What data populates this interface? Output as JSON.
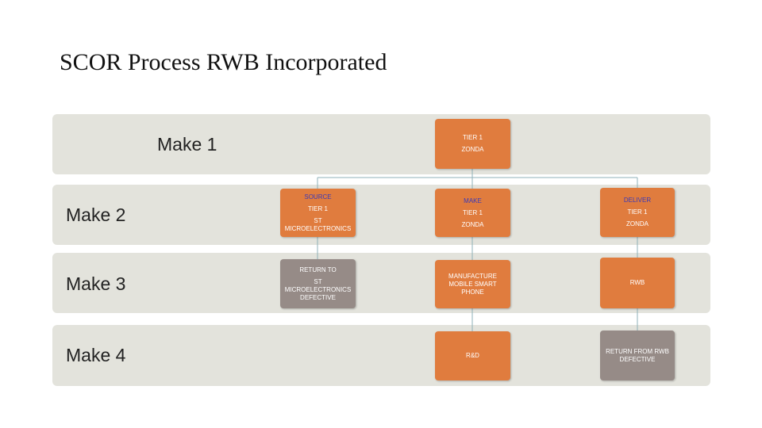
{
  "title": "SCOR Process RWB Incorporated",
  "rows": [
    {
      "label": "Make 1"
    },
    {
      "label": "Make 2"
    },
    {
      "label": "Make 3"
    },
    {
      "label": "Make 4"
    }
  ],
  "nodes": {
    "tier1_zonda_top": {
      "line1": "TIER 1",
      "line2": "ZONDA"
    },
    "source": {
      "heading": "SOURCE",
      "line1": "TIER 1",
      "line2": "ST",
      "line3": "MICROELECTRONICS"
    },
    "make": {
      "heading": "MAKE",
      "line1": "TIER 1",
      "line2": "ZONDA"
    },
    "deliver": {
      "heading": "DELIVER",
      "line1": "TIER 1",
      "line2": "ZONDA"
    },
    "return_st": {
      "line1": "RETURN TO",
      "line2": "ST",
      "line3": "MICROELECTRONICS",
      "line4": "DEFECTIVE"
    },
    "manufacture": {
      "line1": "MANUFACTURE",
      "line2": "MOBILE SMART",
      "line3": "PHONE"
    },
    "rwb": {
      "line1": "RWB"
    },
    "rnd": {
      "line1": "R&D"
    },
    "return_rwb": {
      "line1": "RETURN FROM RWB",
      "line2": "DEFECTIVE"
    }
  },
  "colors": {
    "orange": "#e07c3e",
    "gray": "#968b87",
    "band": "#e3e3dc",
    "connector": "#8fb0b8",
    "heading_blue": "#3a3ab8"
  }
}
